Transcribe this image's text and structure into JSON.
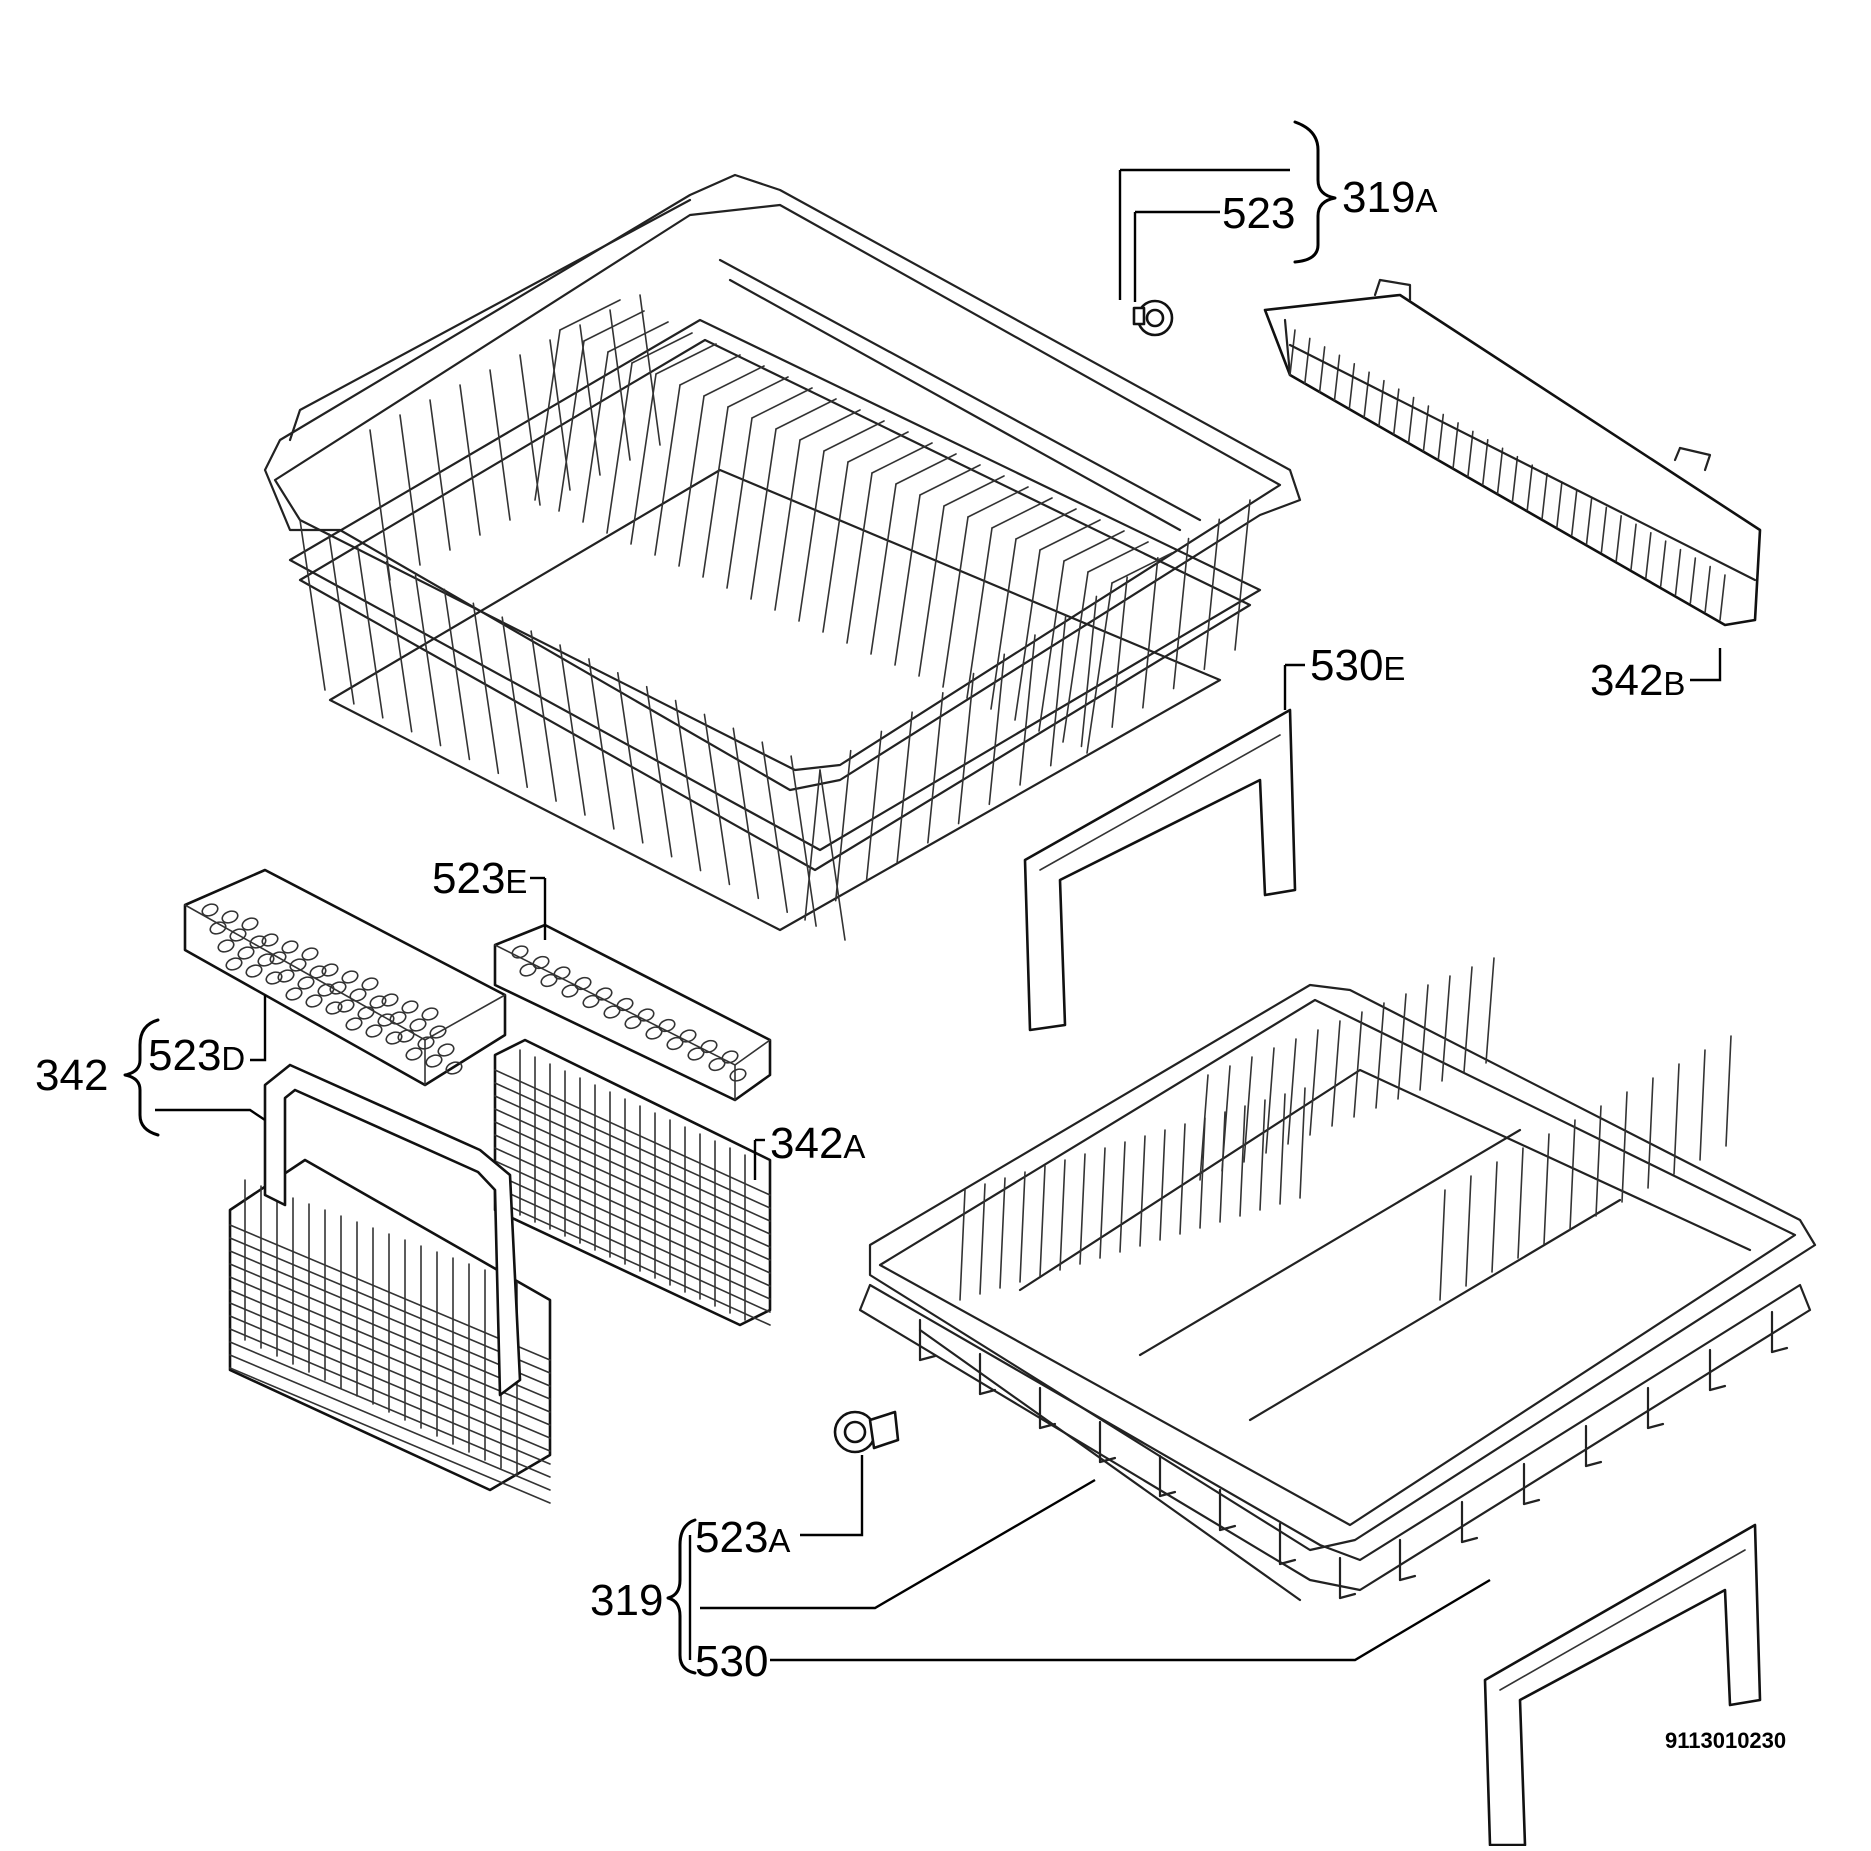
{
  "labels": {
    "l319A": {
      "num": "319",
      "suffix": "A"
    },
    "l523": {
      "num": "523",
      "suffix": ""
    },
    "l342B": {
      "num": "342",
      "suffix": "B"
    },
    "l530E": {
      "num": "530",
      "suffix": "E"
    },
    "l523E": {
      "num": "523",
      "suffix": "E"
    },
    "l342": {
      "num": "342",
      "suffix": ""
    },
    "l523D": {
      "num": "523",
      "suffix": "D"
    },
    "l342A": {
      "num": "342",
      "suffix": "A"
    },
    "l523A": {
      "num": "523",
      "suffix": "A"
    },
    "l319": {
      "num": "319",
      "suffix": ""
    },
    "l530": {
      "num": "530",
      "suffix": ""
    }
  },
  "document_id": "9113010230"
}
